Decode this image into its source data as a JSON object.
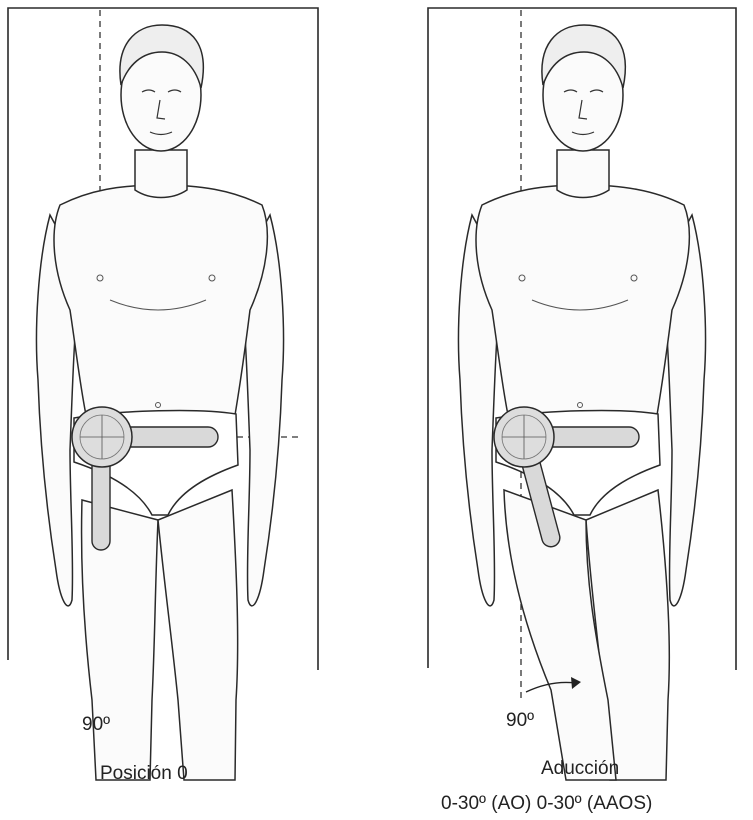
{
  "figures": [
    {
      "id": "left",
      "angle_label": "90º",
      "caption": "Posición 0",
      "subcaption": ""
    },
    {
      "id": "right",
      "angle_label": "90º",
      "caption": "Aducción",
      "subcaption": "0-30º (AO)  0-30º (AAOS)"
    }
  ],
  "colors": {
    "line": "#2a2a2a",
    "skin": "#fafafa",
    "goniometer": "#d9d9d9"
  }
}
